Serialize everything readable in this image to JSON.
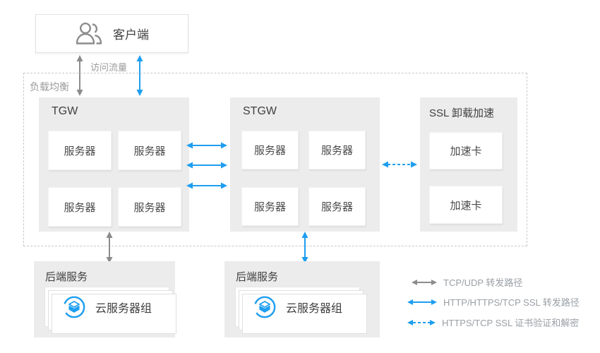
{
  "colors": {
    "blue": "#1E9EF0",
    "arrow_gray": "#8C8C8C",
    "panel_bg": "#ECECEC",
    "text_dark": "#404040",
    "text_gray": "#9AA0A6"
  },
  "client": {
    "label": "客户端",
    "icon": "users-icon"
  },
  "traffic_label": "访问流量",
  "load_balancer": {
    "label": "负载均衡",
    "tgw": {
      "title": "TGW",
      "servers": [
        "服务器",
        "服务器",
        "服务器",
        "服务器"
      ]
    },
    "stgw": {
      "title": "STGW",
      "servers": [
        "服务器",
        "服务器",
        "服务器",
        "服务器"
      ]
    },
    "ssl": {
      "title": "SSL 卸载加速",
      "cards": [
        "加速卡",
        "加速卡"
      ]
    }
  },
  "backend": {
    "left": {
      "title": "后端服务",
      "card": "云服务器组",
      "icon": "cvm-icon"
    },
    "right": {
      "title": "后端服务",
      "card": "云服务器组",
      "icon": "cvm-icon"
    }
  },
  "legend": [
    {
      "style": "solid-gray",
      "label": "TCP/UDP 转发路径"
    },
    {
      "style": "solid-blue",
      "label": "HTTP/HTTPS/TCP SSL 转发路径"
    },
    {
      "style": "dashed-blue",
      "label": "HTTPS/TCP SSL 证书验证和解密"
    }
  ]
}
